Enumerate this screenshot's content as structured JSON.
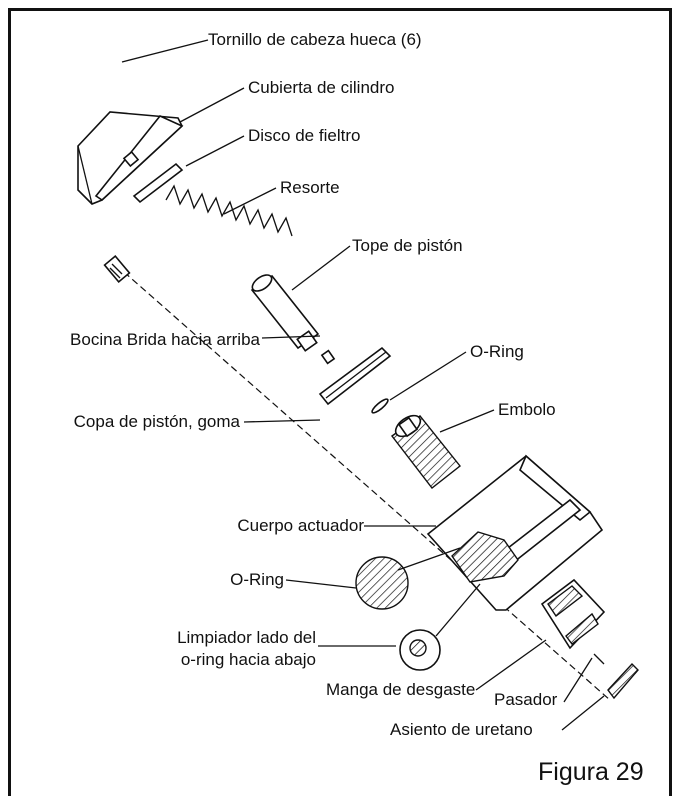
{
  "labels": {
    "socket_screw": "Tornillo de cabeza hueca (6)",
    "cylinder_cover": "Cubierta de cilindro",
    "felt_disc": "Disco de fieltro",
    "spring": "Resorte",
    "piston_stop": "Tope de pistón",
    "bushing": "Bocina Brida hacia arriba",
    "oring_top": "O-Ring",
    "piston_cup": "Copa de pistón, goma",
    "plunger": "Embolo",
    "actuator_body": "Cuerpo actuador",
    "oring_detail": "O-Ring",
    "wiper_line1": "Limpiador lado del",
    "wiper_line2": "o-ring hacia abajo",
    "wear_sleeve": "Manga de desgaste",
    "pin": "Pasador",
    "urethane_seat": "Asiento de uretano"
  },
  "figure_caption": "Figura 29"
}
